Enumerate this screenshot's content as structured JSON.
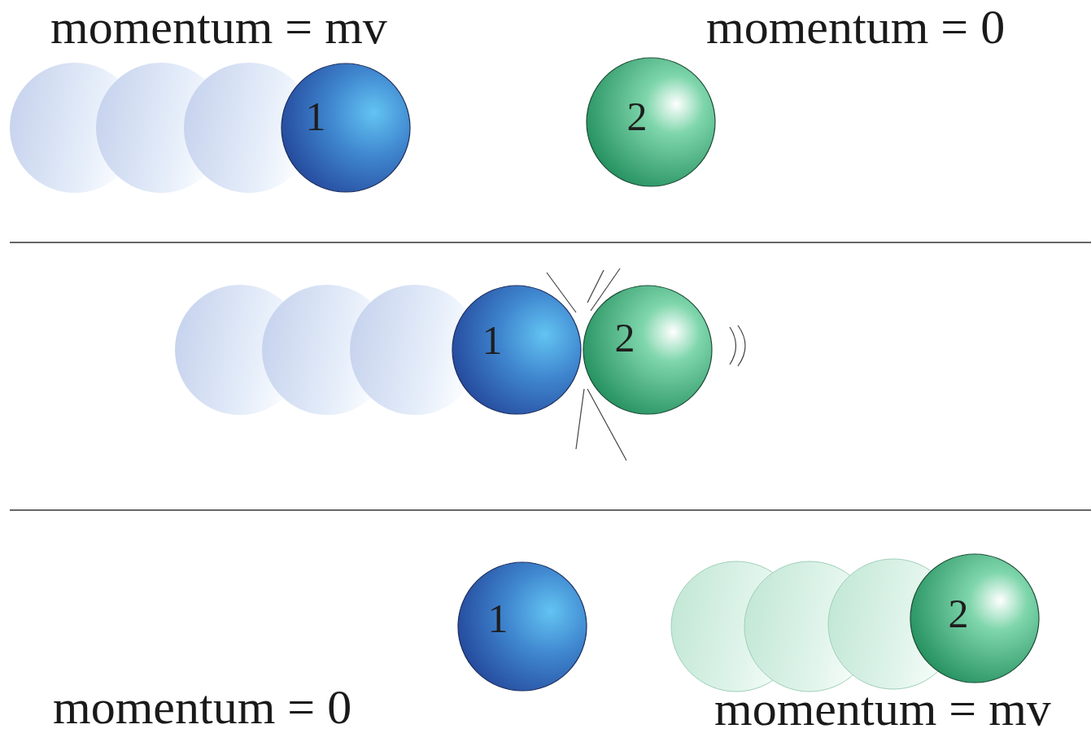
{
  "diagram": {
    "nodes": [
      {
        "text": [
          "1"
        ]
      },
      {
        "text": [
          "2"
        ]
      },
      {
        "text": [
          "1"
        ]
      },
      {
        "text": [
          "2"
        ]
      },
      {
        "text": [
          "1"
        ]
      },
      {
        "text": [
          "2"
        ]
      }
    ],
    "labels": [
      "momentum = mv",
      "momentum = 0",
      "momentum = 0",
      "momentum = mv"
    ]
  }
}
